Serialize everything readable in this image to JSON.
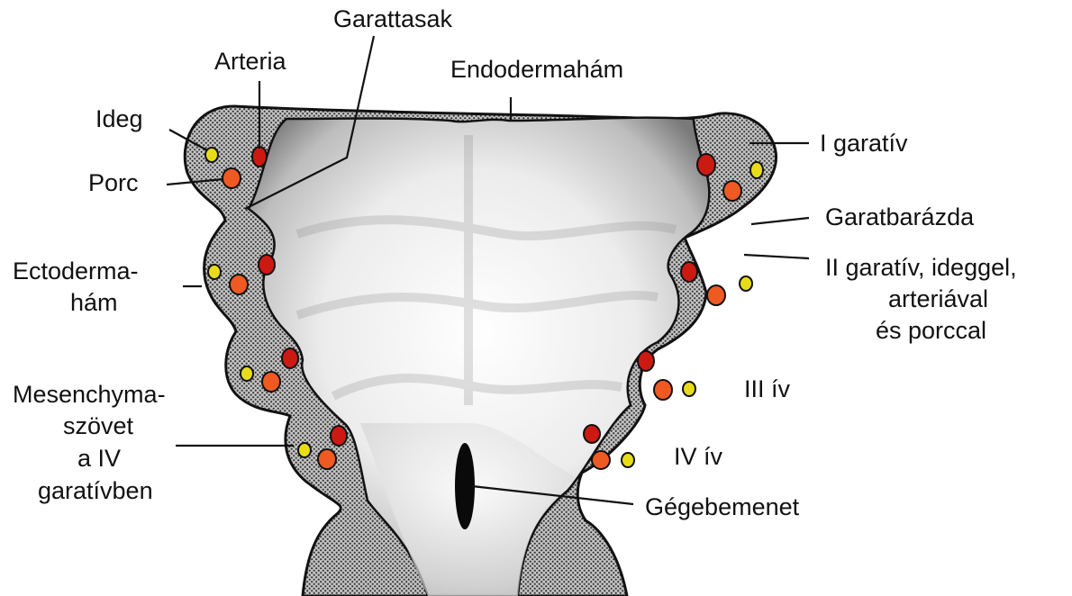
{
  "labels": {
    "garattasak": "Garattasak",
    "arteria": "Arteria",
    "endodermaham": "Endodermahám",
    "ideg": "Ideg",
    "porc": "Porc",
    "ectoderma_1": "Ectoderma-",
    "ectoderma_2": "hám",
    "mesenchyma_1": "Mesenchyma-",
    "mesenchyma_2": "szövet",
    "mesenchyma_3": "a IV",
    "mesenchyma_4": "garatívben",
    "i_garativ": "I garatív",
    "garatbarazda": "Garatbarázda",
    "ii_garativ_1": "II garatív, ideggel,",
    "ii_garativ_2": "arteriával",
    "ii_garativ_3": "és porccal",
    "iii_iv": "III ív",
    "iv_iv": "IV ív",
    "gegebemenet": "Gégebemenet"
  },
  "colors": {
    "arteria": "#cc1a12",
    "porc": "#ee5a22",
    "ideg": "#e8dc1a",
    "outline": "#111111",
    "mesenchyma": "#8a8a8a"
  }
}
